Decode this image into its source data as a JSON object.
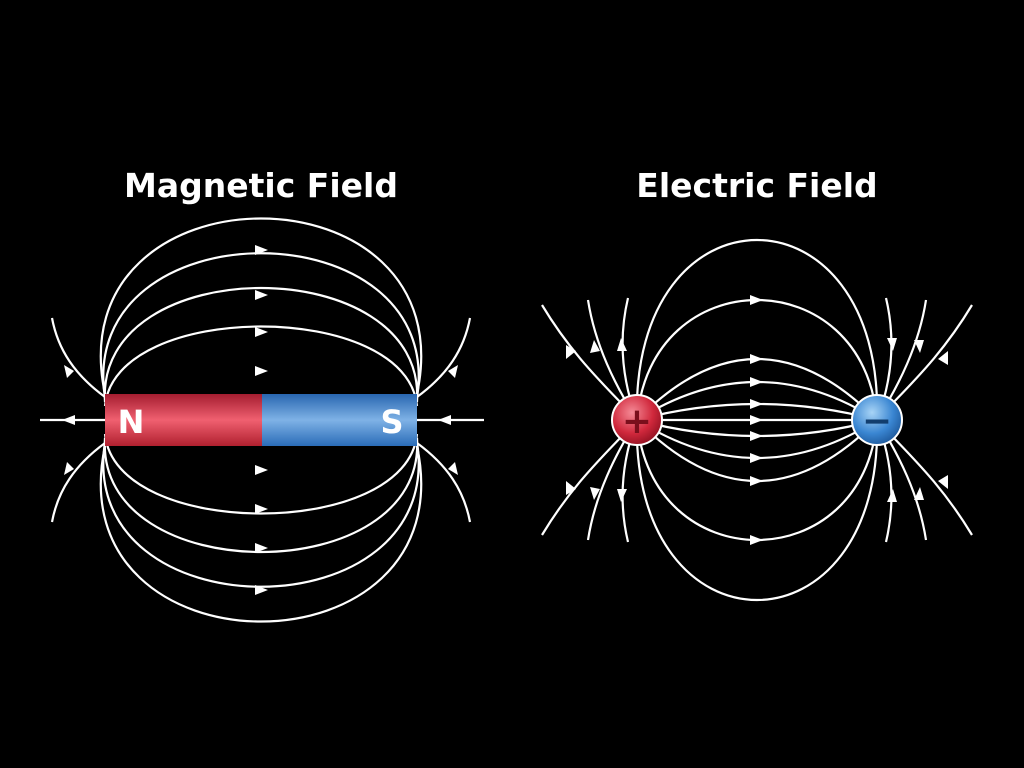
{
  "magnetic": {
    "title": "Magnetic Field",
    "north_label": "N",
    "south_label": "S",
    "north_color": "#c8283c",
    "south_color": "#2f78c4"
  },
  "electric": {
    "title": "Electric Field",
    "positive_label": "+",
    "negative_label": "−",
    "positive_color": "#c8283c",
    "negative_color": "#2f78c4"
  },
  "field_line_color": "#ffffff",
  "background_color": "#000000"
}
